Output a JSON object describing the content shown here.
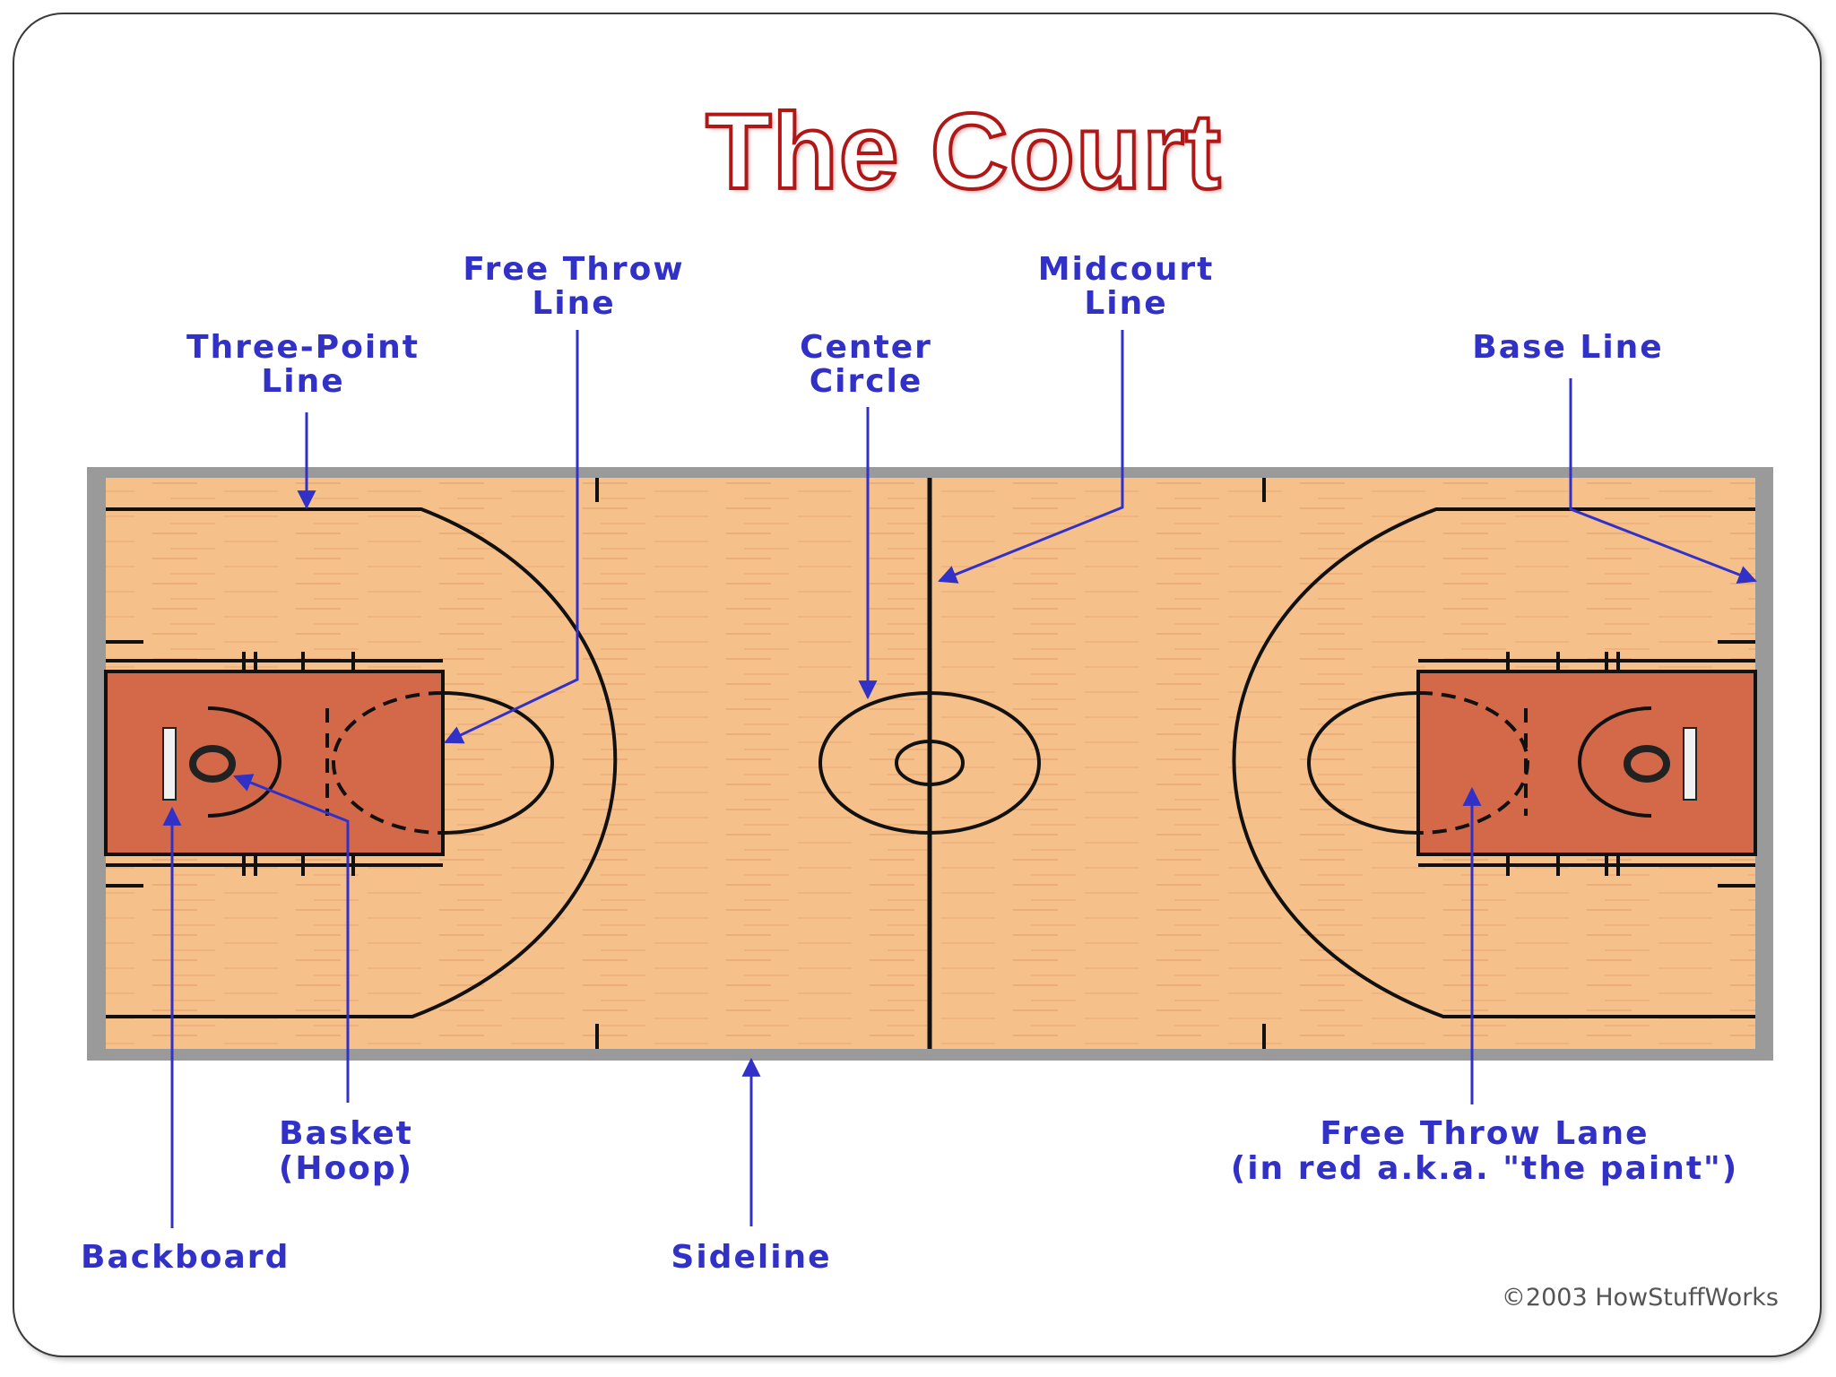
{
  "title": "The Court",
  "labels": {
    "free_throw_line": [
      "Free Throw",
      "Line"
    ],
    "midcourt_line": [
      "Midcourt",
      "Line"
    ],
    "three_point_line": [
      "Three-Point",
      "Line"
    ],
    "center_circle": [
      "Center",
      "Circle"
    ],
    "base_line": "Base Line",
    "basket": [
      "Basket",
      "(Hoop)"
    ],
    "free_throw_lane": [
      "Free Throw Lane",
      "(in red a.k.a. \"the paint\")"
    ],
    "backboard": "Backboard",
    "sideline": "Sideline"
  },
  "credit": "©2003 HowStuffWorks",
  "colors": {
    "title_outline": "#b01818",
    "label": "#3131c8",
    "court_wood": "#f5c08a",
    "paint": "#d4694a",
    "court_border": "#9a9a9a",
    "lines": "#111111"
  }
}
